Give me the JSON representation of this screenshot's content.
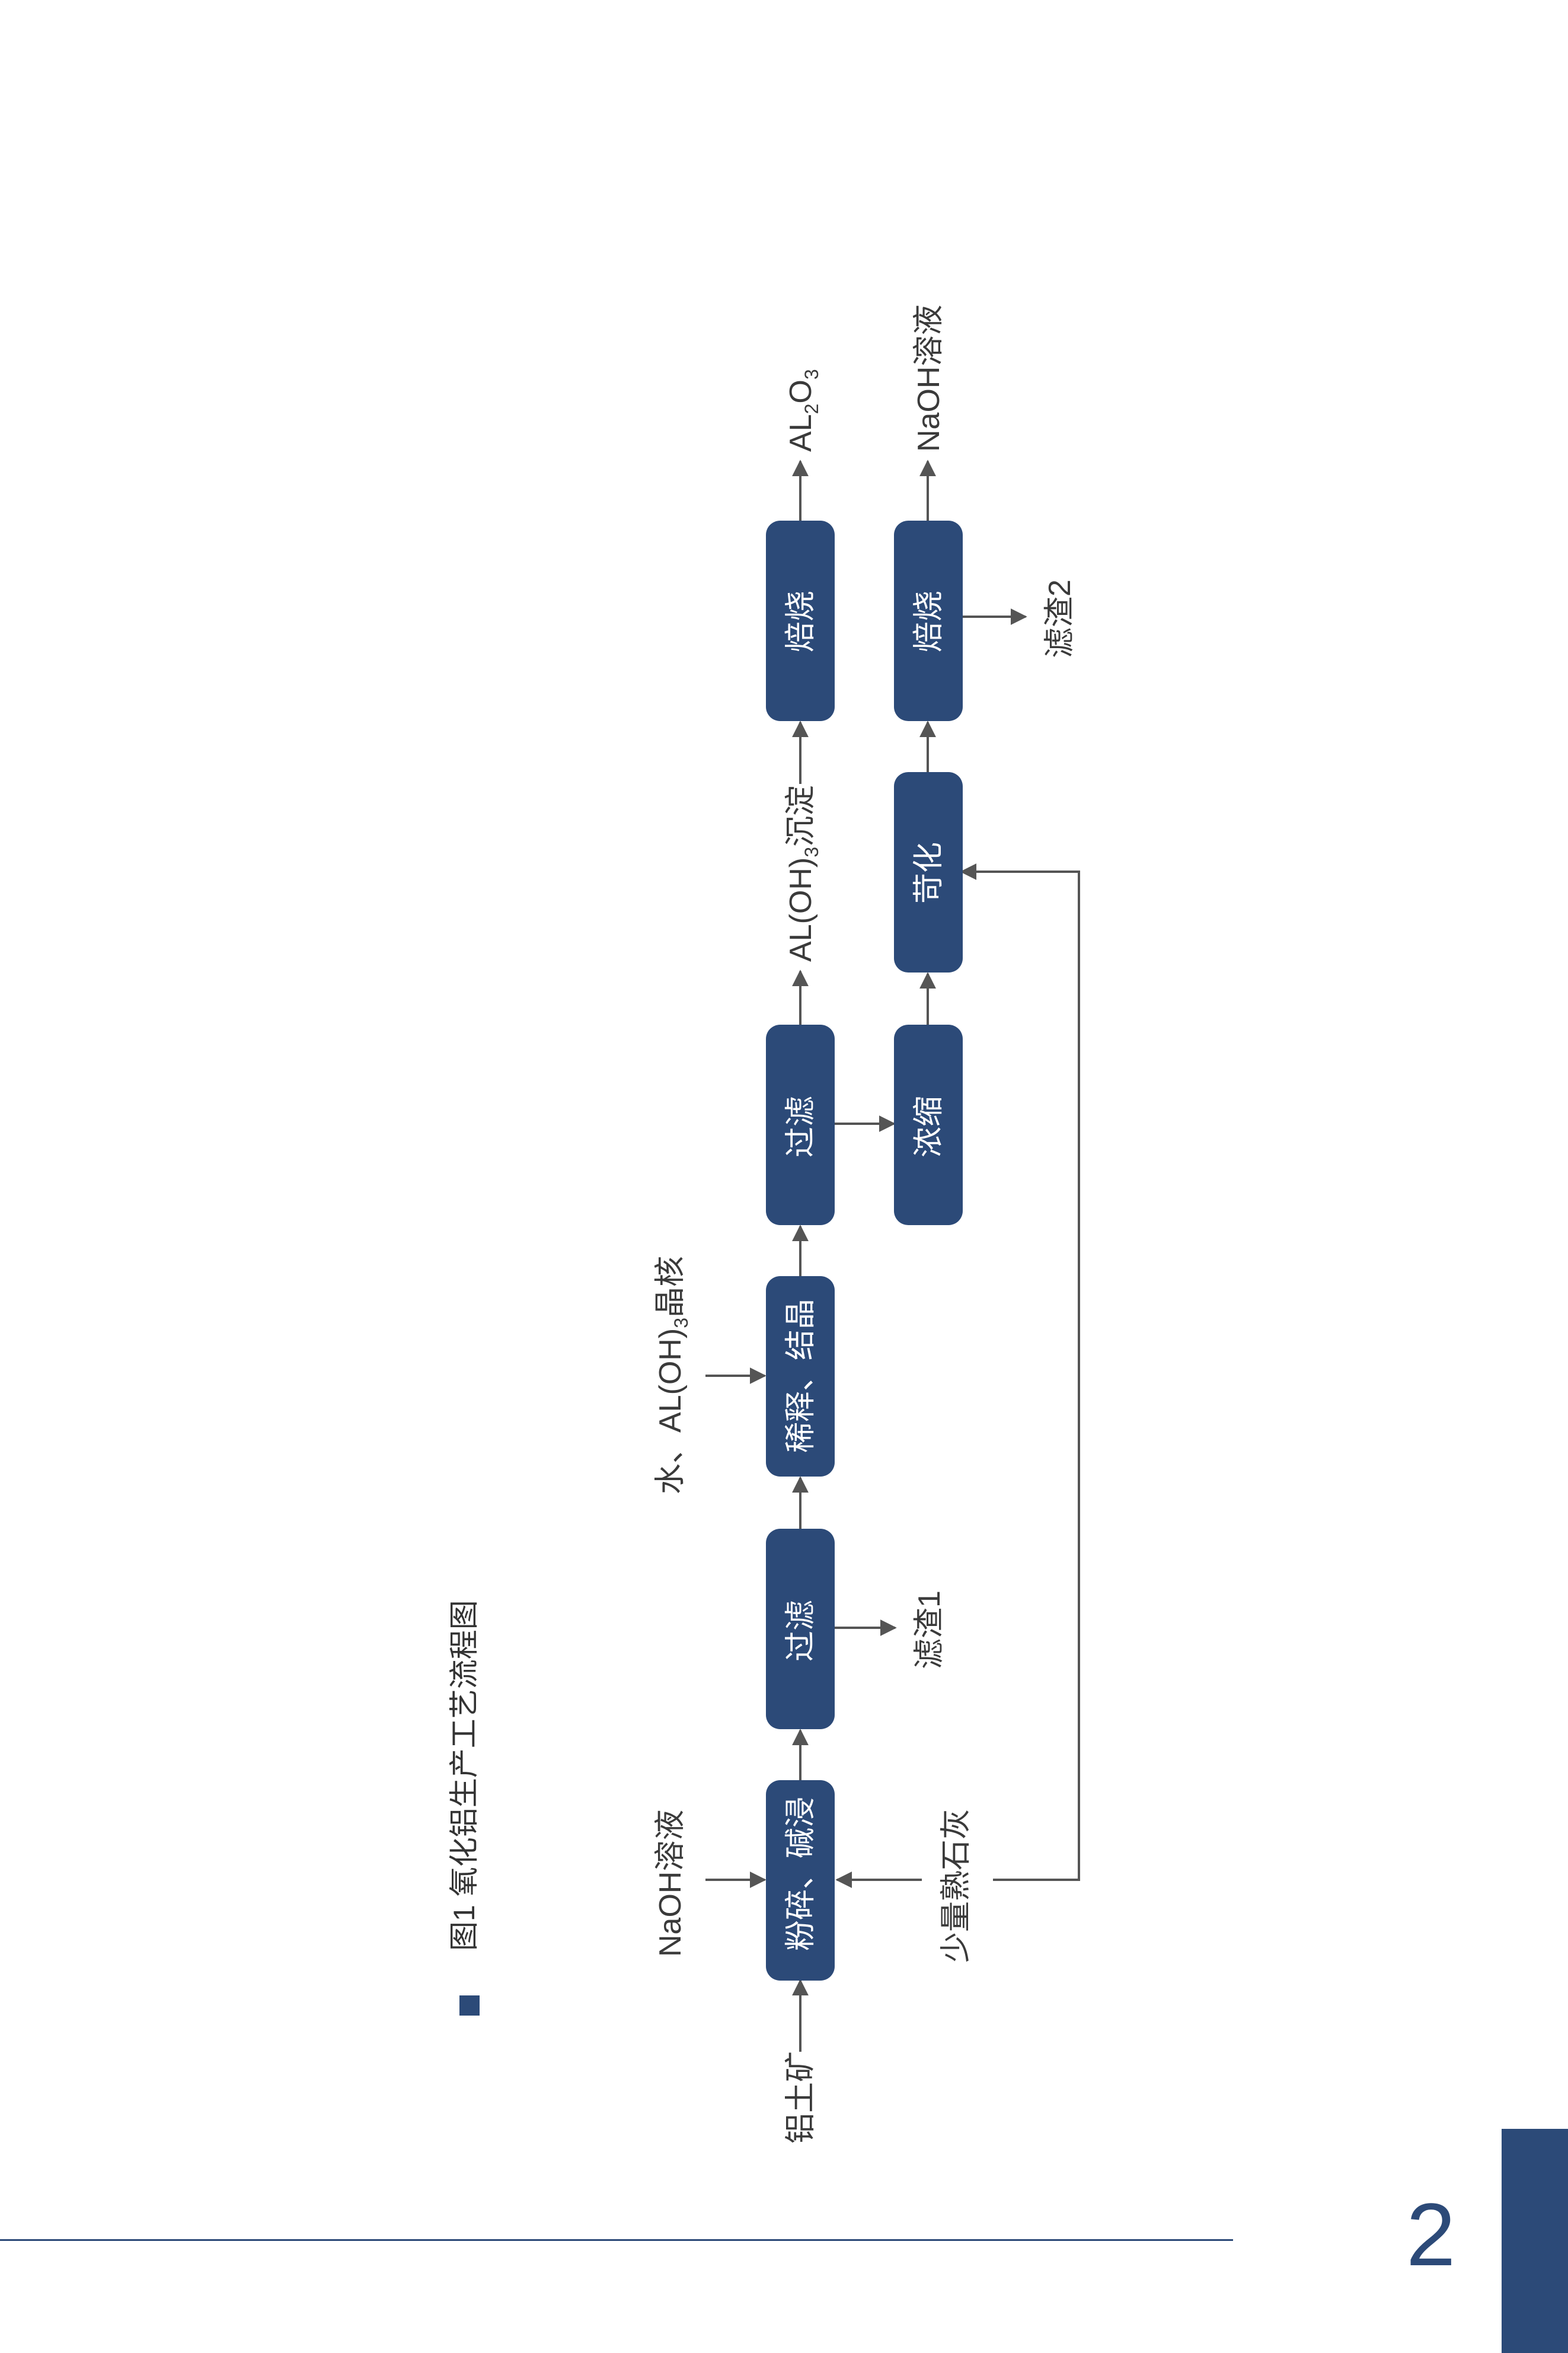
{
  "caption": "图1 氧化铝生产工艺流程图",
  "page_number": "2",
  "colors": {
    "accent": "#2c4a78",
    "node_fill": "#2c4a78",
    "text": "#333333"
  },
  "nodes": {
    "grind": "粉碎、碱浸",
    "filter1": "过滤",
    "dilute": "稀释、结晶",
    "filter2": "过滤",
    "calcine1": "焙烧",
    "concentrate": "浓缩",
    "causticize": "苛化",
    "calcine2": "焙烧"
  },
  "labels": {
    "bauxite": "铝土矿",
    "naoh_in": "NaOH溶液",
    "lime": "少量熟石灰",
    "residue1": "滤渣1",
    "water_seed_prefix": "水、AL(OH)",
    "water_seed_sub": "3",
    "water_seed_suffix": "晶核",
    "precip_prefix": "AL(OH)",
    "precip_sub": "3",
    "precip_suffix": "沉淀",
    "alumina_prefix": "AL",
    "alumina_sub1": "2",
    "alumina_mid": "O",
    "alumina_sub2": "3",
    "naoh_out": "NaOH溶液",
    "residue2": "滤渣2"
  }
}
